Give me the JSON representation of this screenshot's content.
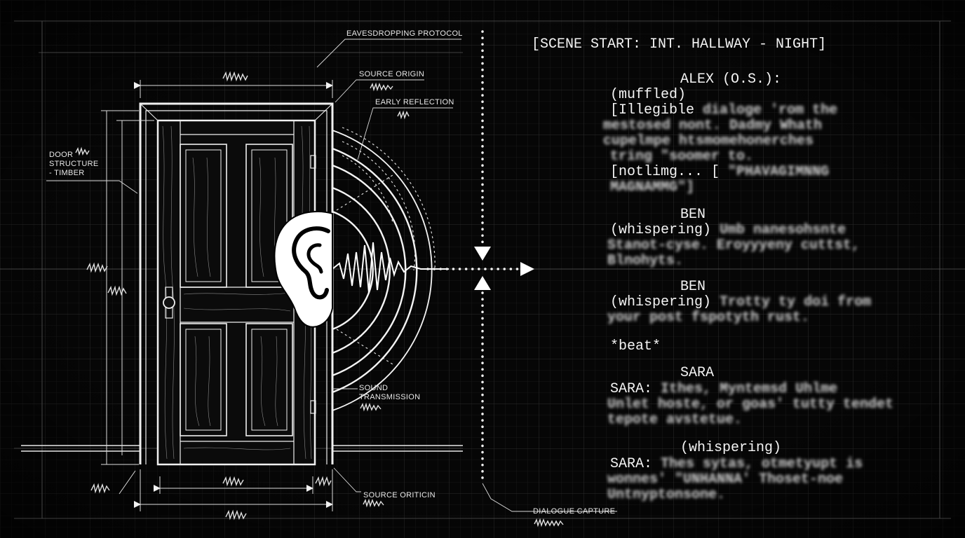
{
  "labels": {
    "eavesdropping_protocol": "EAVESDROPPING PROTOCOL",
    "source_origin": "SOURCE ORIGIN",
    "early_reflection": "EARLY REFLECTION",
    "door_structure_1": "DOOR",
    "door_structure_2": "STRUCTURE",
    "door_structure_3": "- TIMBER",
    "sound_transmission_1": "SOUND",
    "sound_transmission_2": "TRANSMISSION",
    "source_oriticin": "SOURCE ORITICIN",
    "dialogue_capture": "DIALOGUE CAPTURE"
  },
  "script": {
    "scene_heading": "[SCENE START: INT. HALLWAY - NIGHT]",
    "alex_name": "ALEX (O.S.):",
    "alex_paren": "(muffled)",
    "alex_line1_clear": "[Illegible",
    "alex_line1_blur": "dialoge 'rom the",
    "alex_line2_blur": "mestosed nont. Dadmy Whath",
    "alex_line3_blur": "cupelmpe htsmomehonerches",
    "alex_line4_blur": "tring \"soomer to.",
    "alex_line5_clear": "[notlimg... [",
    "alex_line5_blur": "\"PHAVAGIMNNG",
    "alex_line6_blur": "MAGNAMMG\"]",
    "ben1_name": "BEN",
    "ben1_paren": "(whispering)",
    "ben1_line1_blur": "Umb nanesohsnte",
    "ben1_line2_blur": "Stanot-cyse. Eroyyyeny cuttst,",
    "ben1_line3_blur": "Blnohyts.",
    "ben2_name": "BEN",
    "ben2_paren": "(whispering)",
    "ben2_line1_blur": "Trotty ty doi from",
    "ben2_line2_blur": "your post fspotyth rust.",
    "beat": "*beat*",
    "sara1_name": "SARA",
    "sara1_prefix": "SARA:",
    "sara1_line1_blur": "Ithes, Myntemsd Uhlme",
    "sara1_line2_blur": "Unlet hoste, or goas' tutty tendet",
    "sara1_line3_blur": "tepote avstetue.",
    "sara2_paren": "(whispering)",
    "sara2_prefix": "SARA:",
    "sara2_line1_blur": "Thes sytas, otmetyupt is",
    "sara2_line2_blur": "wonnes' \"UNHANNA' Thoset-noe",
    "sara2_line3_blur": "Untnyptonsone."
  }
}
